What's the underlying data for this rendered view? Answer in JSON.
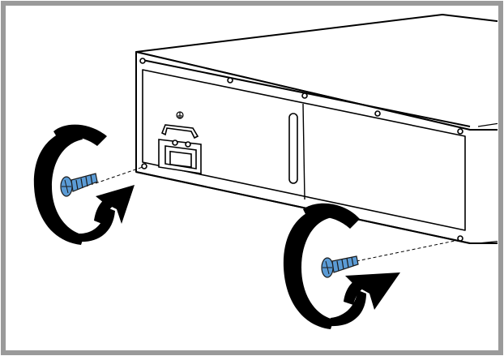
{
  "figure": {
    "kind": "installation-illustration",
    "frame_color": "#9a9a9a",
    "line_color": "#000000",
    "screw_color": "#5b9bd5",
    "screw_outline": "#1a1a1a",
    "arrow_color": "#000000",
    "ground_symbol": "ground-icon",
    "callouts": [
      "left-screw-rotation",
      "right-screw-rotation"
    ]
  }
}
